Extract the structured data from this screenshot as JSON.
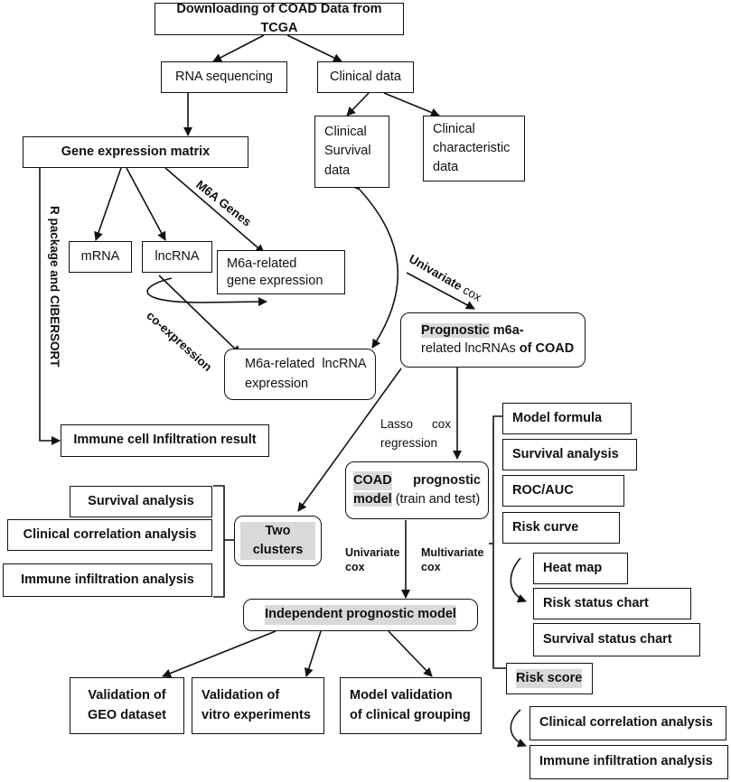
{
  "nodes": {
    "download": "Downloading of COAD Data from TCGA",
    "rna_seq": "RNA sequencing",
    "clinical_data": "Clinical data",
    "clinical_survival_l1": "Clinical",
    "clinical_survival_l2": "Survival",
    "clinical_survival_l3": "data",
    "clinical_char_l1": "Clinical",
    "clinical_char_l2": "characteristic",
    "clinical_char_l3": "data",
    "gene_matrix": "Gene expression matrix",
    "mrna": "mRNA",
    "lncrna": "lncRNA",
    "m6a_gene_expr_l1": "M6a-related",
    "m6a_gene_expr_l2": "gene expression",
    "m6a_lnc_expr_l1": "M6a-related  lncRNA",
    "m6a_lnc_expr_l2": "expression",
    "prognostic_lnc_l1a": "Prognostic",
    "prognostic_lnc_l1b": " m6a-",
    "prognostic_lnc_l2a": "related lncRNAs",
    "prognostic_lnc_l2b": " of COAD",
    "immune_infiltration_result": "Immune cell Infiltration result",
    "coad_model_l1a": "COAD",
    "coad_model_l1b": "prognostic",
    "coad_model_l2a": "model",
    "coad_model_l2b": " (train and test)",
    "two_clusters": "Two clusters",
    "cluster_survival": "Survival analysis",
    "cluster_clinical_corr": "Clinical correlation analysis",
    "cluster_immune": "Immune infiltration analysis",
    "independent_model": "Independent prognostic model",
    "validation_geo_l1": "Validation of",
    "validation_geo_l2": "GEO dataset",
    "validation_vitro_l1": "Validation of",
    "validation_vitro_l2": "vitro experiments",
    "model_validation_l1": "Model validation",
    "model_validation_l2": "of clinical grouping",
    "model_formula": "Model formula",
    "survival_analysis": "Survival analysis",
    "roc_auc": "ROC/AUC",
    "risk_curve": "Risk curve",
    "heat_map": "Heat map",
    "risk_status_chart": "Risk status chart",
    "survival_status_chart": "Survival status chart",
    "risk_score": "Risk score",
    "clinical_corr_analysis": "Clinical correlation analysis",
    "immune_infiltration_analysis": "Immune infiltration analysis"
  },
  "edge_labels": {
    "m6a_genes": "M6A Genes",
    "univariate_cox_a": "Univariate",
    "univariate_cox_b": " cox",
    "co_expression": "co-expression",
    "r_package": "R package and CIBERSORT",
    "lasso_l1a": "Lasso",
    "lasso_l1b": "cox",
    "lasso_l2": "regression",
    "univariate_l1": "Univariate",
    "univariate_l2": "cox",
    "multivariate_l1": "Multivariate",
    "multivariate_l2": "cox"
  }
}
